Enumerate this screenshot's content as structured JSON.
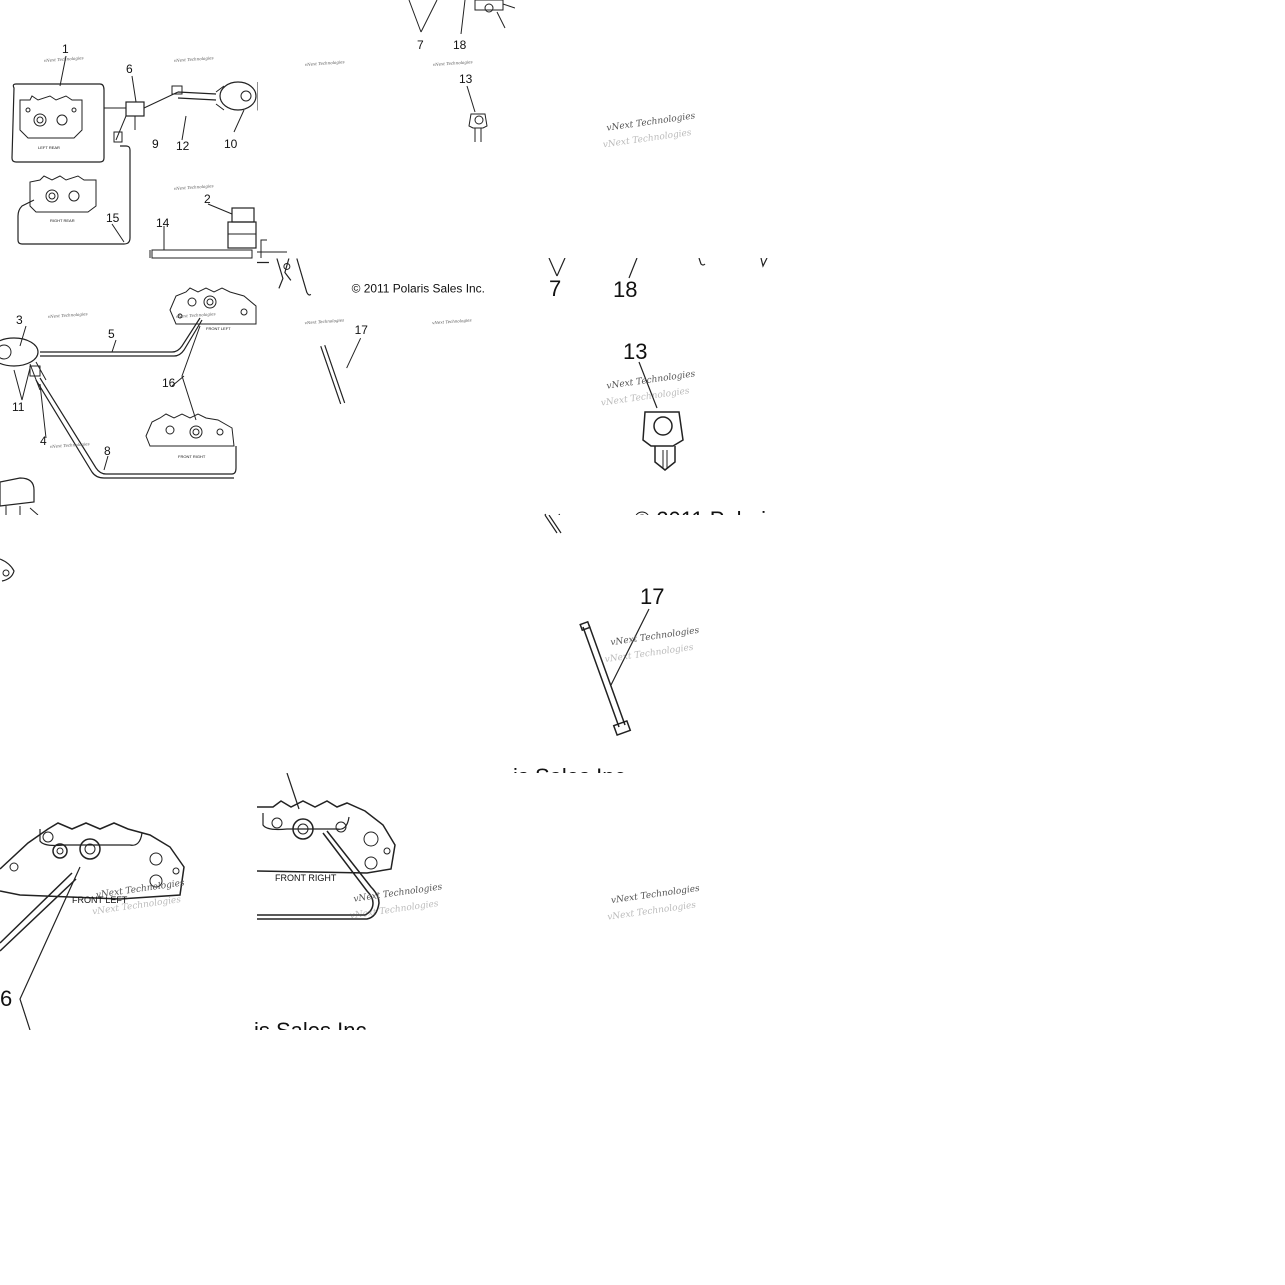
{
  "copyright": "© 2011 Polaris Sales Inc.",
  "copyright_fragments": {
    "zoom_right": "© 2011 Polari",
    "zoom_mid": "is Sales Inc.",
    "zoom_bottom": "is Sales Inc."
  },
  "watermark": "vNext Technologies",
  "caliper_labels": {
    "left_rear": "LEFT REAR",
    "right_rear": "RIGHT REAR",
    "front_left": "FRONT LEFT",
    "front_right": "FRONT RIGHT"
  },
  "callouts": {
    "c1": "1",
    "c2": "2",
    "c3": "3",
    "c4": "4",
    "c5": "5",
    "c6": "6",
    "c7": "7",
    "c8": "8",
    "c9": "9",
    "c10": "10",
    "c11": "11",
    "c12": "12",
    "c13": "13",
    "c14": "14",
    "c15": "15",
    "c16": "16",
    "c17": "17",
    "c18": "18"
  },
  "zoom_callouts": {
    "z7": "7",
    "z18": "18",
    "z13": "13",
    "z17": "17",
    "z16": "6"
  }
}
